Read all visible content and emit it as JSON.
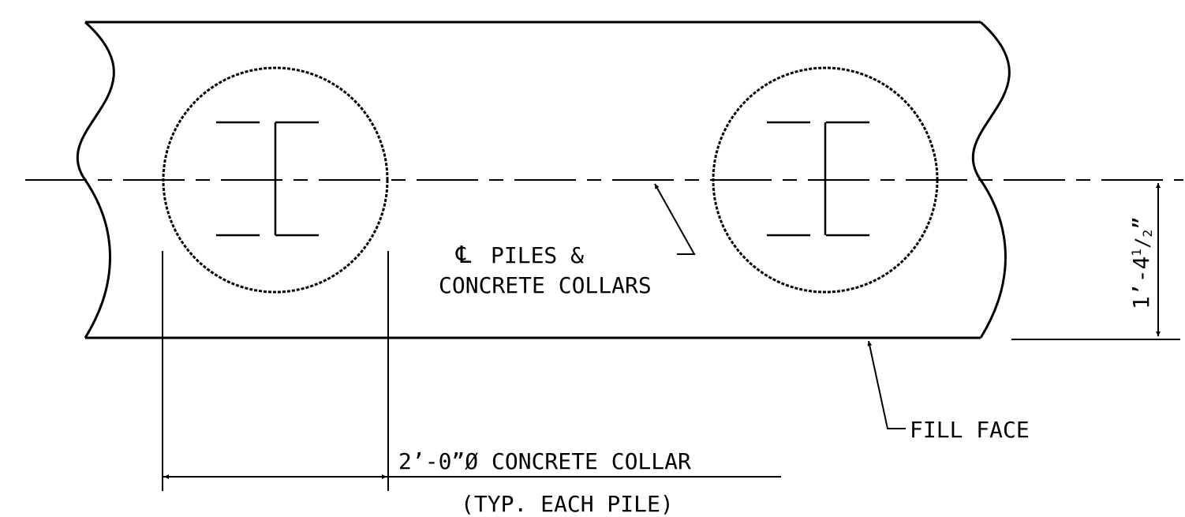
{
  "colors": {
    "line": "#000000",
    "background": "#ffffff"
  },
  "annotations": {
    "centerline_symbol": "℄",
    "centerline_line1": "PILES &",
    "centerline_line2": "CONCRETE COLLARS",
    "fill_face": "FILL FACE",
    "collar_line1": "2’-0”Ø CONCRETE COLLAR",
    "collar_line2": "(TYP. EACH PILE)",
    "depth_main": "1’-4",
    "depth_num": "1",
    "depth_slash": "/",
    "depth_den": "2",
    "depth_inch": "”"
  }
}
